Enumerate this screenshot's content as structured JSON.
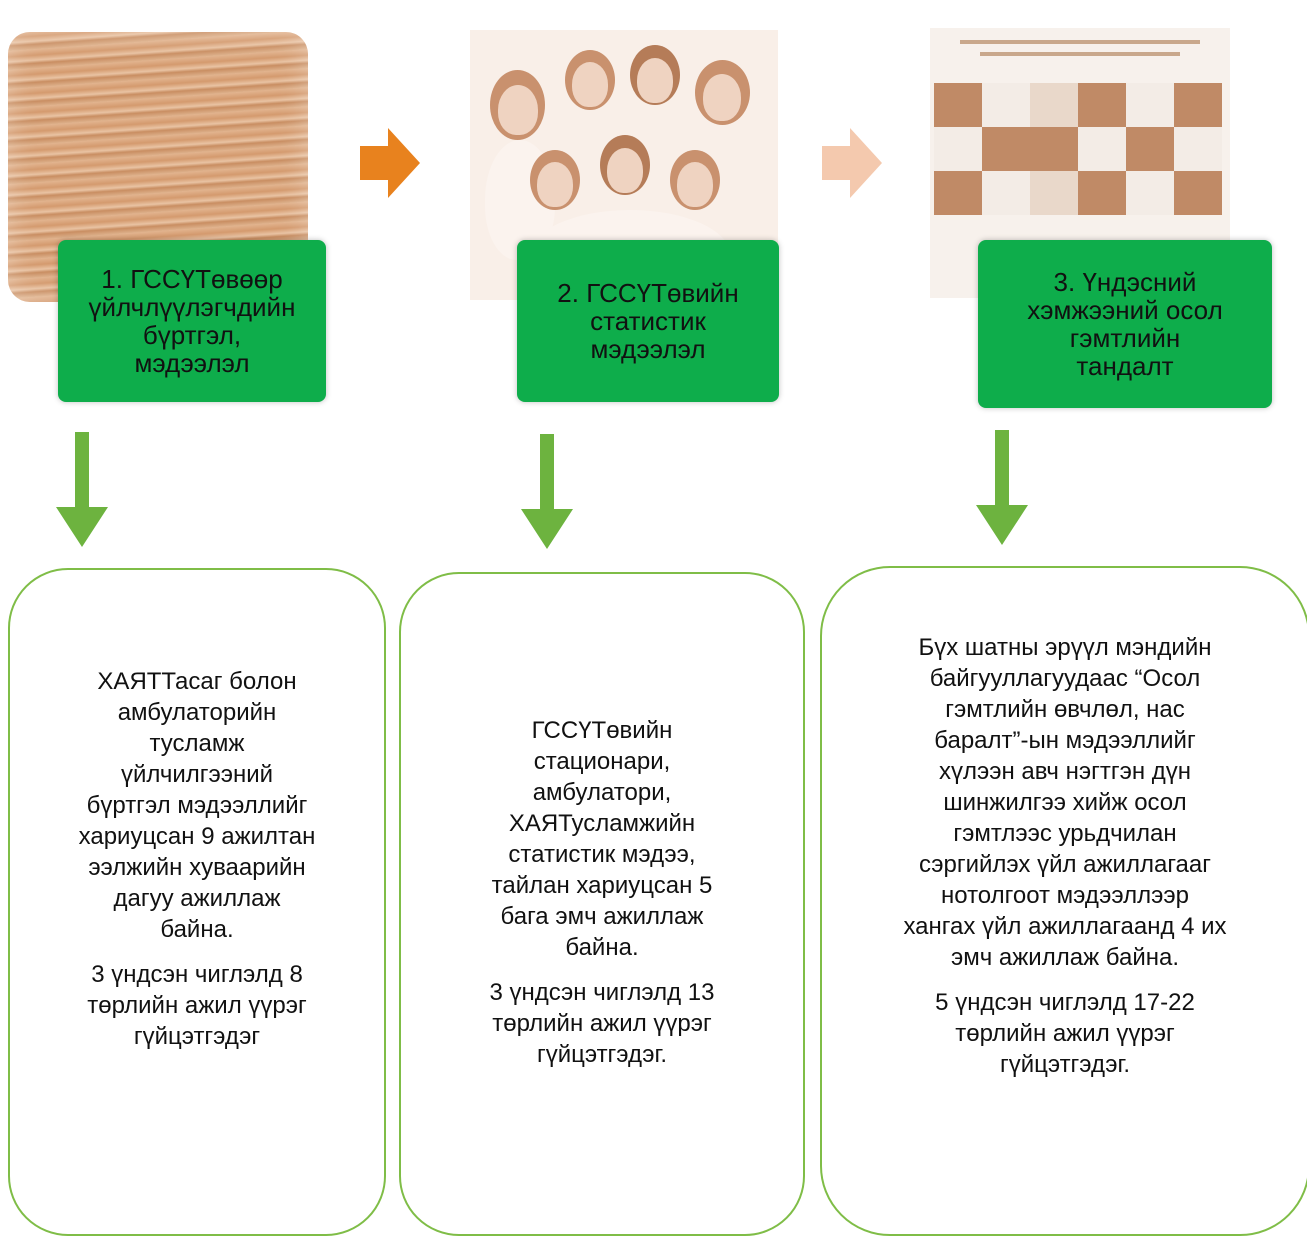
{
  "steps": [
    {
      "label": "1. ГССҮТөвөөр\nүйлчлүүлэгчдийн\nбүртгэл,\nмэдээлэл",
      "description": "ХАЯТТасаг болон\nамбулаторийн\nтусламж\nүйлчилгээний\nбүртгэл мэдээллийг\nхариуцсан 9 ажилтан\nээлжийн хуваарийн\nдагуу ажиллаж\nбайна.",
      "summary": "3 үндсэн чиглэлд 8\nтөрлийн ажил үүрэг\nгүйцэтгэдэг"
    },
    {
      "label": "2. ГССҮТөвийн\nстатистик\nмэдээлэл",
      "description": "ГССҮТөвийн\nстационари,\nамбулатори,\nХАЯТусламжийн\nстатистик мэдээ,\nтайлан хариуцсан 5\nбага эмч ажиллаж\nбайна.",
      "summary": "3 үндсэн чиглэлд 13\nтөрлийн ажил үүрэг\nгүйцэтгэдэг."
    },
    {
      "label": "3. Үндэсний\nхэмжээний осол\nгэмтлийн\nтандалт",
      "description": "Бүх шатны эрүүл мэндийн\nбайгууллагуудаас “Осол\nгэмтлийн өвчлөл, нас\nбаралт”-ын мэдээллийг\nхүлээн авч нэгтгэн дүн\nшинжилгээ хийж осол\nгэмтлээс урьдчилан\nсэргийлэх үйл ажиллагааг\nнотолгоот мэдээллээр\nхангах үйл ажиллагаанд 4 их\nэмч ажиллаж байна.",
      "summary": "5 үндсэн чиглэлд 17-22\nтөрлийн ажил үүрэг\nгүйцэтгэдэг."
    }
  ],
  "colors": {
    "green_box": "#0ead4b",
    "green_arrow": "#6db33f",
    "orange_arrow": "#e8821e",
    "orange_arrow_light": "#f4c9ae",
    "box_border": "#7fbd47"
  }
}
